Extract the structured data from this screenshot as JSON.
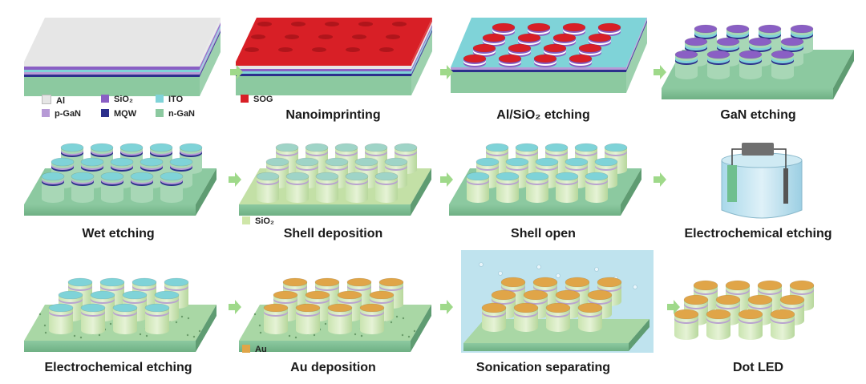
{
  "colors": {
    "al": "#e6e6e6",
    "sio2": "#8a5fc4",
    "ito": "#7fd3d8",
    "pgan": "#b79ad6",
    "mqw": "#2c2f8c",
    "ngan": "#8cc9a0",
    "sog": "#d81f26",
    "shell": "#cfe6a8",
    "au": "#e0a548",
    "arrow": "#9fd98a",
    "water": "#bfe3ee"
  },
  "legend": {
    "al": "Al",
    "sio2": "SiO₂",
    "ito": "ITO",
    "pgan": "p-GaN",
    "mqw": "MQW",
    "ngan": "n-GaN",
    "sog": "SOG",
    "shell_sio2": "SiO₂",
    "au": "Au"
  },
  "steps": [
    {
      "caption": ""
    },
    {
      "caption": "Nanoimprinting"
    },
    {
      "caption": "Al/SiO₂ etching"
    },
    {
      "caption": "GaN etching"
    },
    {
      "caption": "Wet etching"
    },
    {
      "caption": "Shell deposition"
    },
    {
      "caption": "Shell open"
    },
    {
      "caption": "Electrochemical etching"
    },
    {
      "caption": "Electrochemical etching"
    },
    {
      "caption": "Au deposition"
    },
    {
      "caption": "Sonication separating"
    },
    {
      "caption": "Dot LED"
    }
  ]
}
